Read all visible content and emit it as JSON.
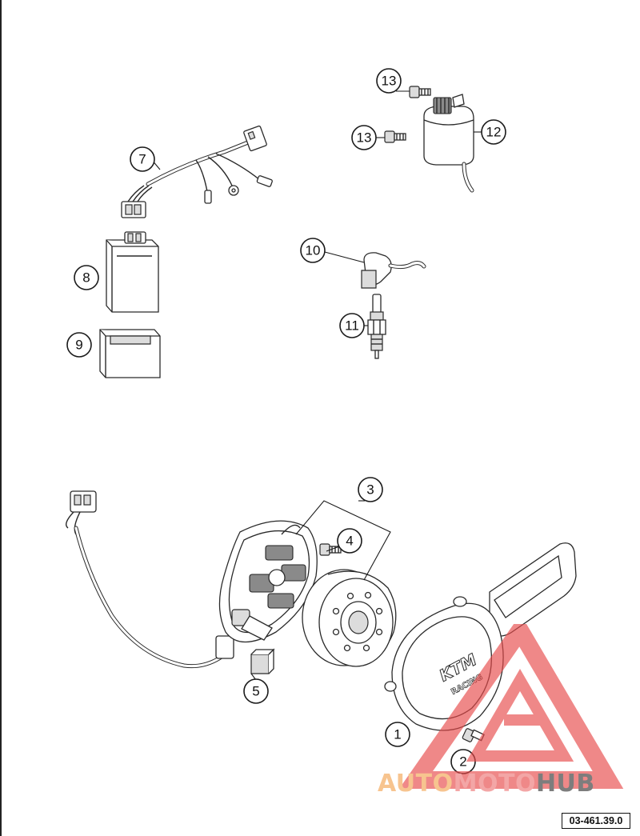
{
  "callouts": [
    {
      "id": "1",
      "label": "1"
    },
    {
      "id": "2",
      "label": "2"
    },
    {
      "id": "3",
      "label": "3"
    },
    {
      "id": "4",
      "label": "4"
    },
    {
      "id": "5",
      "label": "5"
    },
    {
      "id": "7",
      "label": "7"
    },
    {
      "id": "8",
      "label": "8"
    },
    {
      "id": "9",
      "label": "9"
    },
    {
      "id": "10",
      "label": "10"
    },
    {
      "id": "11",
      "label": "11"
    },
    {
      "id": "12",
      "label": "12"
    },
    {
      "id": "13a",
      "label": "13"
    },
    {
      "id": "13b",
      "label": "13"
    }
  ],
  "cover_logo": {
    "line1": "KTM",
    "line2": "RACING"
  },
  "watermark": {
    "part1": "AUTO",
    "part2": "MOTO",
    "part3": "HUB",
    "color_auto": "#f7c48f",
    "color_moto": "#f3a6a6",
    "color_hub": "#7d7d7d",
    "triangle_color": "#e84a4a"
  },
  "drawing_number": "03-461.39.0"
}
